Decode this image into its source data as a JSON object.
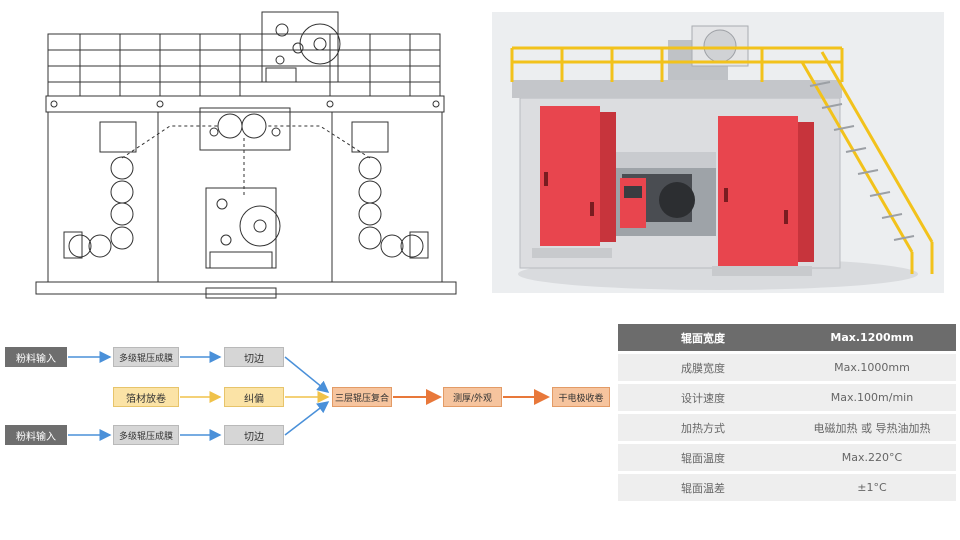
{
  "flow": {
    "row1": {
      "input": "粉料输入",
      "mill": "多级辊压成膜",
      "cut": "切边"
    },
    "row2": {
      "unwind": "箔材放卷",
      "correct": "纠偏"
    },
    "row3": {
      "input": "粉料输入",
      "mill": "多级辊压成膜",
      "cut": "切边"
    },
    "composite": "三层辊压复合",
    "inspect": "测厚/外观",
    "rewind": "干电极收卷"
  },
  "specs": [
    {
      "key": "辊面宽度",
      "value": "Max.1200mm"
    },
    {
      "key": "成膜宽度",
      "value": "Max.1000mm"
    },
    {
      "key": "设计速度",
      "value": "Max.100m/min"
    },
    {
      "key": "加热方式",
      "value": "电磁加热 或 导热油加热"
    },
    {
      "key": "辊面温度",
      "value": "Max.220°C"
    },
    {
      "key": "辊面温差",
      "value": "±1°C"
    }
  ],
  "colors": {
    "arrow_blue": "#4a90d9",
    "arrow_yellow": "#f0c24a",
    "arrow_orange": "#e8783a",
    "cabinet_red": "#e8454e",
    "rail_yellow": "#f2c21b"
  }
}
